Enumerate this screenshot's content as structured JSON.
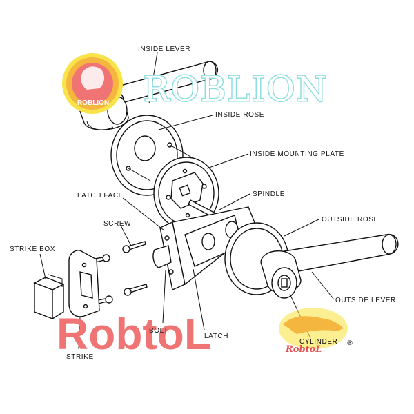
{
  "diagram": {
    "labels": {
      "inside_lever": "INSIDE LEVER",
      "inside_rose": "INSIDE ROSE",
      "inside_mounting_plate": "INSIDE MOUNTING PLATE",
      "latch_face": "LATCH FACE",
      "spindle": "SPINDLE",
      "outside_rose": "OUTSIDE ROSE",
      "screw": "SCREW",
      "strike_box": "STRIKE BOX",
      "outside_lever": "OUTSIDE LEVER",
      "bolt": "BOLT",
      "latch": "LATCH",
      "cylinder": "CYLINDER",
      "strike": "STRIKE"
    }
  },
  "watermarks": {
    "roblion": "ROBLION",
    "roblion_logo_text": "ROBLION",
    "robtol": "RobtoL",
    "robtol_logo_text": "RobtoL",
    "registered": "®"
  },
  "colors": {
    "roblion_outline": "#8fdde0",
    "robtol_red": "#f07474",
    "logo_orange": "#f4b63f",
    "logo_yellow": "#f8e44a"
  },
  "icons": {
    "roblion_logo": "lion-badge-icon",
    "robtol_logo": "leopard-icon"
  }
}
